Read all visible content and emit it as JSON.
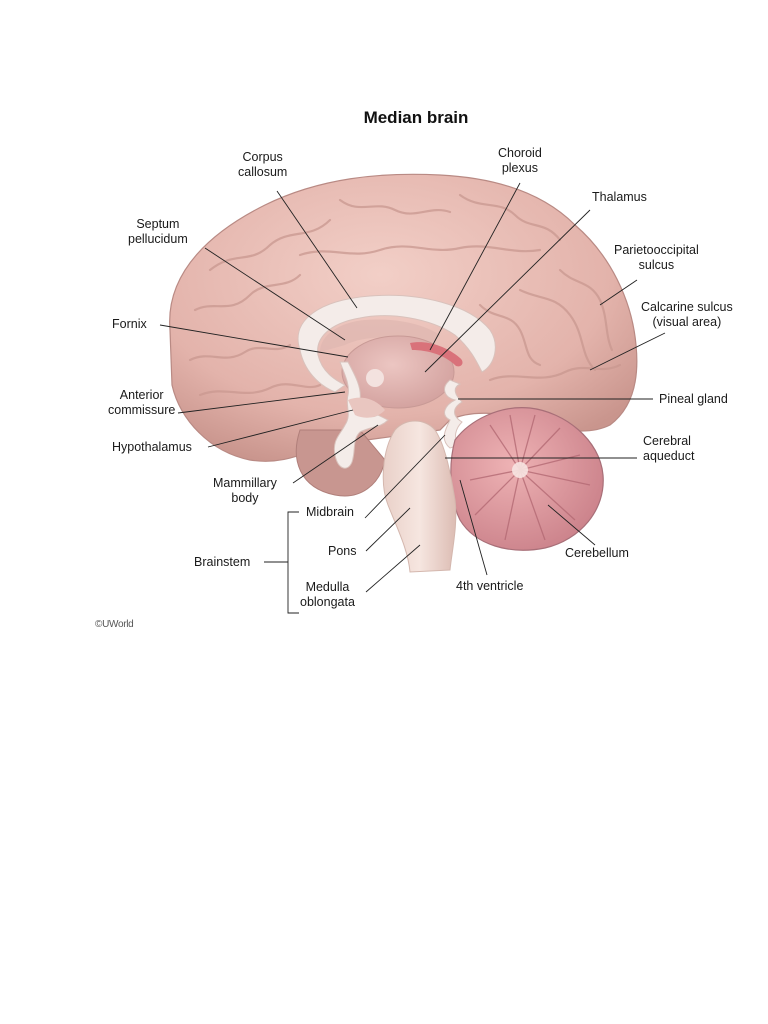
{
  "title": "Median brain",
  "labels": {
    "corpus_callosum": [
      "Corpus",
      "callosum"
    ],
    "septum_pellucidum": [
      "Septum",
      "pellucidum"
    ],
    "fornix": "Fornix",
    "anterior_commissure": [
      "Anterior",
      "commissure"
    ],
    "hypothalamus": "Hypothalamus",
    "mammillary_body": [
      "Mammillary",
      "body"
    ],
    "choroid_plexus": [
      "Choroid",
      "plexus"
    ],
    "thalamus": "Thalamus",
    "parietooccipital_sulcus": [
      "Parietooccipital",
      "sulcus"
    ],
    "calcarine_sulcus": [
      "Calcarine sulcus",
      "(visual area)"
    ],
    "pineal_gland": "Pineal gland",
    "cerebral_aqueduct": [
      "Cerebral",
      "aqueduct"
    ],
    "cerebellum": "Cerebellum",
    "fourth_ventricle": "4th ventricle",
    "brainstem": "Brainstem",
    "midbrain": "Midbrain",
    "pons": "Pons",
    "medulla_oblongata": [
      "Medulla",
      "oblongata"
    ]
  },
  "copyright": "©UWorld",
  "colors": {
    "cortex": "#e8bcb4",
    "cortex_dark": "#c79a93",
    "white_matter": "#f3e9e6",
    "cerebellum": "#d9959a",
    "cerebellum_outer": "#b47d85",
    "brainstem": "#f0dcd5",
    "choroid": "#d9727a",
    "leader_line": "#222222"
  }
}
